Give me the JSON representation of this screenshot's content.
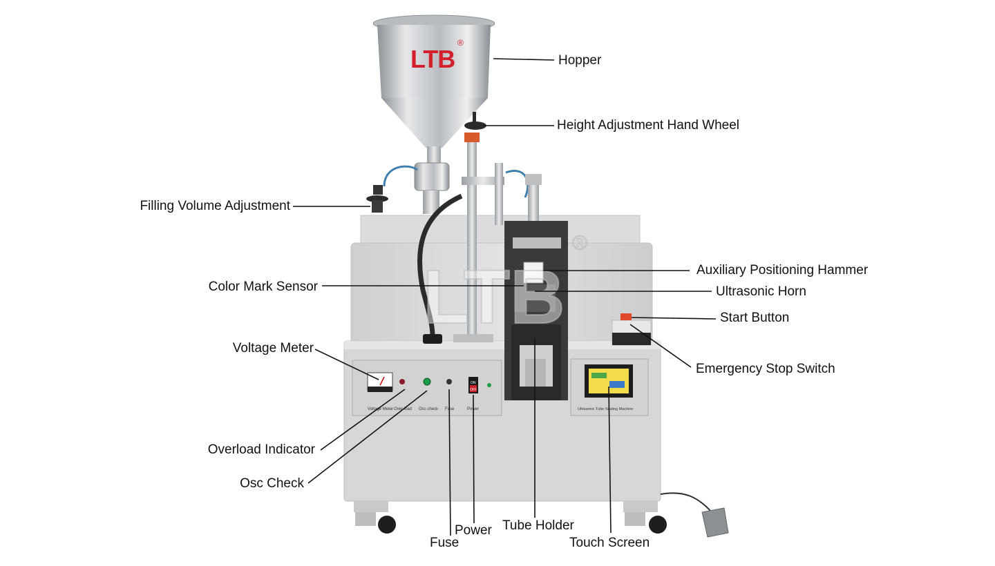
{
  "brand": {
    "logo_text": "LTB",
    "registered_mark": "®",
    "logo_color": "#d2202c"
  },
  "panel": {
    "voltage_meter": "Voltage Meter",
    "overload": "Over load",
    "osc_check": "Osc check",
    "fuse": "Fuse",
    "power": "Power",
    "switch_on": "ON",
    "switch_off": "OFF",
    "screen_caption": "Ultrasonic Tube Sealing Machine"
  },
  "callouts": {
    "hopper": "Hopper",
    "height_wheel": "Height Adjustment Hand Wheel",
    "filling_volume": "Filling Volume Adjustment",
    "aux_hammer": "Auxiliary Positioning Hammer",
    "color_sensor": "Color Mark Sensor",
    "ultrasonic_horn": "Ultrasonic Horn",
    "start_button": "Start Button",
    "voltage_meter": "Voltage Meter",
    "emergency_stop": "Emergency Stop Switch",
    "overload_indicator": "Overload Indicator",
    "osc_check": "Osc Check",
    "power": "Power",
    "tube_holder": "Tube Holder",
    "fuse": "Fuse",
    "touch_screen": "Touch Screen"
  },
  "colors": {
    "machine_body": "#d9d9d9",
    "steel": "#c4c7ca",
    "dark_part": "#2b2b2b",
    "leader_line": "#111111",
    "screen": "#f2dc4c"
  }
}
